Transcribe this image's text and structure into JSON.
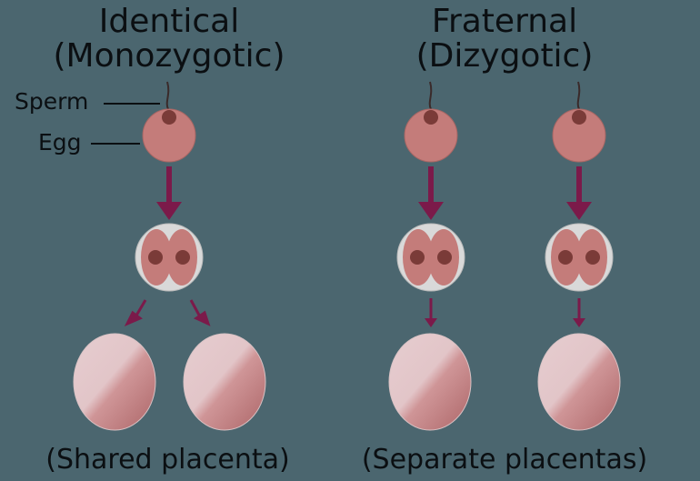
{
  "identical": {
    "title_line1": "Identical",
    "title_line2": "(Monozygotic)",
    "footer": "(Shared placenta)",
    "labels": {
      "sperm": "Sperm",
      "egg": "Egg"
    }
  },
  "fraternal": {
    "title_line1": "Fraternal",
    "title_line2": "(Dizygotic)",
    "footer": "(Separate placentas)"
  },
  "colors": {
    "background": "#4b666f",
    "egg": "#c47c7a",
    "sperm_head": "#7a3b38",
    "arrow": "#7b1a4a",
    "cell_outer": "#d9d9d9",
    "placenta_light": "#e8cfd1",
    "placenta_dark": "#b56d6f",
    "text": "#0b0f12"
  }
}
